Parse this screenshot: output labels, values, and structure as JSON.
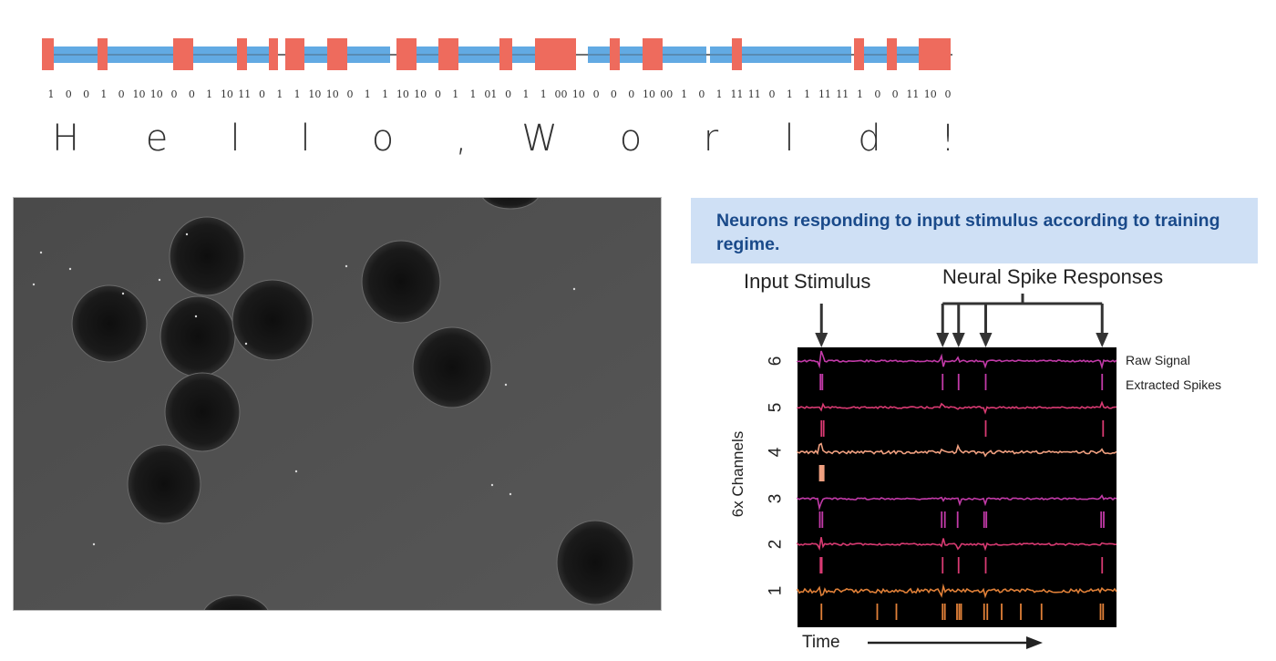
{
  "binary_strip": {
    "bit_labels": [
      "1",
      "0",
      "0",
      "1",
      "0",
      "10",
      "10",
      "0",
      "0",
      "1",
      "10",
      "11",
      "0",
      "1",
      "1",
      "10",
      "10",
      "0",
      "1",
      "1",
      "10",
      "10",
      "0",
      "1",
      "1",
      "01",
      "0",
      "1",
      "1",
      "00",
      "10",
      "0",
      "0",
      "0",
      "10",
      "00",
      "1",
      "0",
      "1",
      "11",
      "11",
      "0",
      "1",
      "1",
      "11",
      "11",
      "1",
      "0",
      "0",
      "11",
      "10",
      "0"
    ],
    "message_letters": [
      "H",
      "e",
      "l",
      "l",
      "o",
      ",",
      "W",
      "o",
      "r",
      "l",
      "d",
      "!"
    ],
    "colors": {
      "pulse": "#ee6b5d",
      "gap": "#62aae3",
      "line": "#444444"
    }
  },
  "micrograph": {
    "description": "Grayscale microscope image of spherical neural organoids",
    "colors": {
      "background": "#505050",
      "organoid": "#161616"
    }
  },
  "caption": {
    "text": "Neurons responding to input stimulus according to training regime."
  },
  "spike_figure": {
    "annotations": {
      "input_stimulus": "Input Stimulus",
      "neural_spike_responses": "Neural Spike Responses"
    },
    "legend": [
      "Raw Signal",
      "Extracted Spikes"
    ],
    "y_axis_label": "6x Channels",
    "x_axis_label": "Time",
    "channel_labels": [
      "6",
      "5",
      "4",
      "3",
      "2",
      "1"
    ],
    "stimulus_time": 0.075,
    "response_times": [
      0.455,
      0.505,
      0.59,
      0.955
    ],
    "channels": [
      {
        "label": "6",
        "color": "#c23aa8",
        "spikes": [
          0.072,
          0.078,
          0.455,
          0.505,
          0.59,
          0.955
        ]
      },
      {
        "label": "5",
        "color": "#d83a72",
        "spikes": [
          0.075,
          0.082,
          0.59,
          0.958
        ]
      },
      {
        "label": "4",
        "color": "#f0a080",
        "spikes": [
          0.07,
          0.074,
          0.078,
          0.082
        ]
      },
      {
        "label": "3",
        "color": "#c23aa8",
        "spikes": [
          0.07,
          0.078,
          0.452,
          0.462,
          0.502,
          0.585,
          0.592,
          0.952,
          0.96
        ]
      },
      {
        "label": "2",
        "color": "#d83a72",
        "spikes": [
          0.072,
          0.076,
          0.455,
          0.505,
          0.59,
          0.955
        ]
      },
      {
        "label": "1",
        "color": "#e08038",
        "spikes": [
          0.075,
          0.25,
          0.31,
          0.455,
          0.462,
          0.5,
          0.507,
          0.513,
          0.585,
          0.595,
          0.64,
          0.7,
          0.765,
          0.95,
          0.958
        ]
      }
    ]
  }
}
